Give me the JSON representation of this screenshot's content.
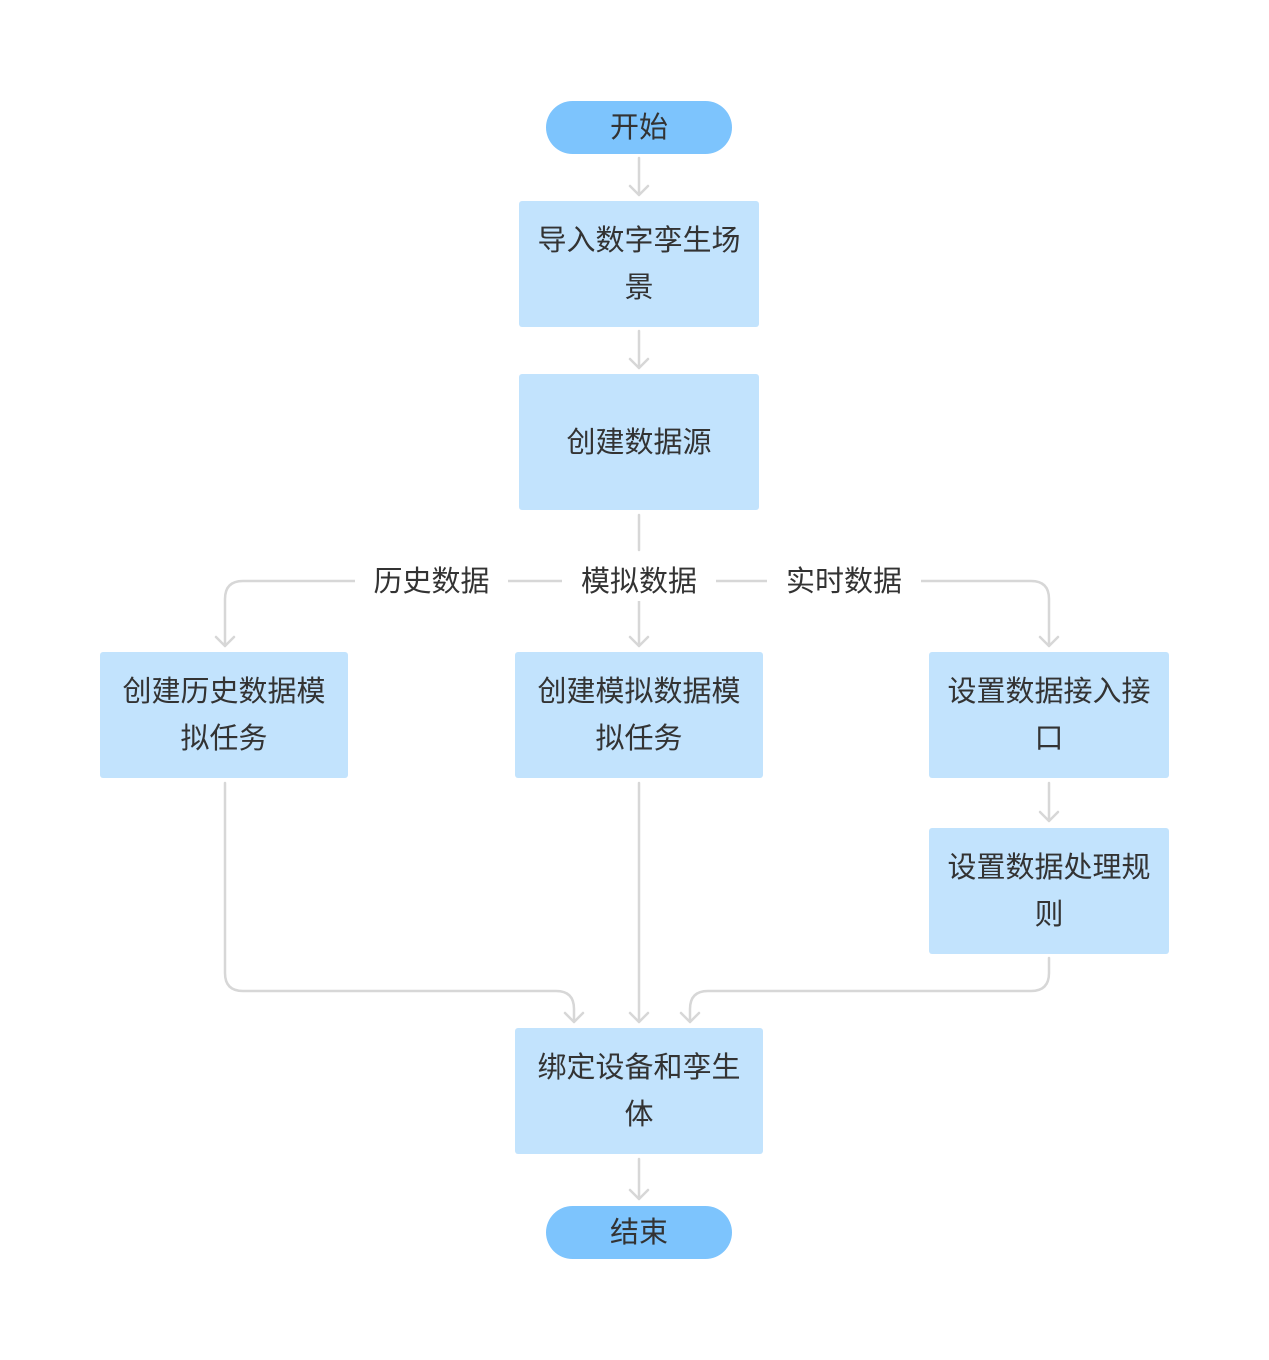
{
  "diagram": {
    "colors": {
      "terminal_fill": "#7dc4fd",
      "process_fill": "#c2e3fd",
      "edge_stroke": "#d7d7d7",
      "text": "#333333"
    },
    "nodes": {
      "start": {
        "label": "开始",
        "shape": "terminal"
      },
      "import_scene": {
        "label": "导入数字孪生场景",
        "shape": "process"
      },
      "create_datasource": {
        "label": "创建数据源",
        "shape": "process"
      },
      "history_task": {
        "label": "创建历史数据模拟任务",
        "shape": "process"
      },
      "simulated_task": {
        "label": "创建模拟数据模拟任务",
        "shape": "process"
      },
      "access_interface": {
        "label": "设置数据接入接口",
        "shape": "process"
      },
      "processing_rules": {
        "label": "设置数据处理规则",
        "shape": "process"
      },
      "bind_devices": {
        "label": "绑定设备和孪生体",
        "shape": "process"
      },
      "end": {
        "label": "结束",
        "shape": "terminal"
      }
    },
    "edge_labels": {
      "history": "历史数据",
      "simulated": "模拟数据",
      "realtime": "实时数据"
    },
    "edges": [
      {
        "from": "start",
        "to": "import_scene"
      },
      {
        "from": "import_scene",
        "to": "create_datasource"
      },
      {
        "from": "create_datasource",
        "to": "history_task",
        "label": "历史数据"
      },
      {
        "from": "create_datasource",
        "to": "simulated_task",
        "label": "模拟数据"
      },
      {
        "from": "create_datasource",
        "to": "access_interface",
        "label": "实时数据"
      },
      {
        "from": "access_interface",
        "to": "processing_rules"
      },
      {
        "from": "history_task",
        "to": "bind_devices"
      },
      {
        "from": "simulated_task",
        "to": "bind_devices"
      },
      {
        "from": "processing_rules",
        "to": "bind_devices"
      },
      {
        "from": "bind_devices",
        "to": "end"
      }
    ]
  }
}
